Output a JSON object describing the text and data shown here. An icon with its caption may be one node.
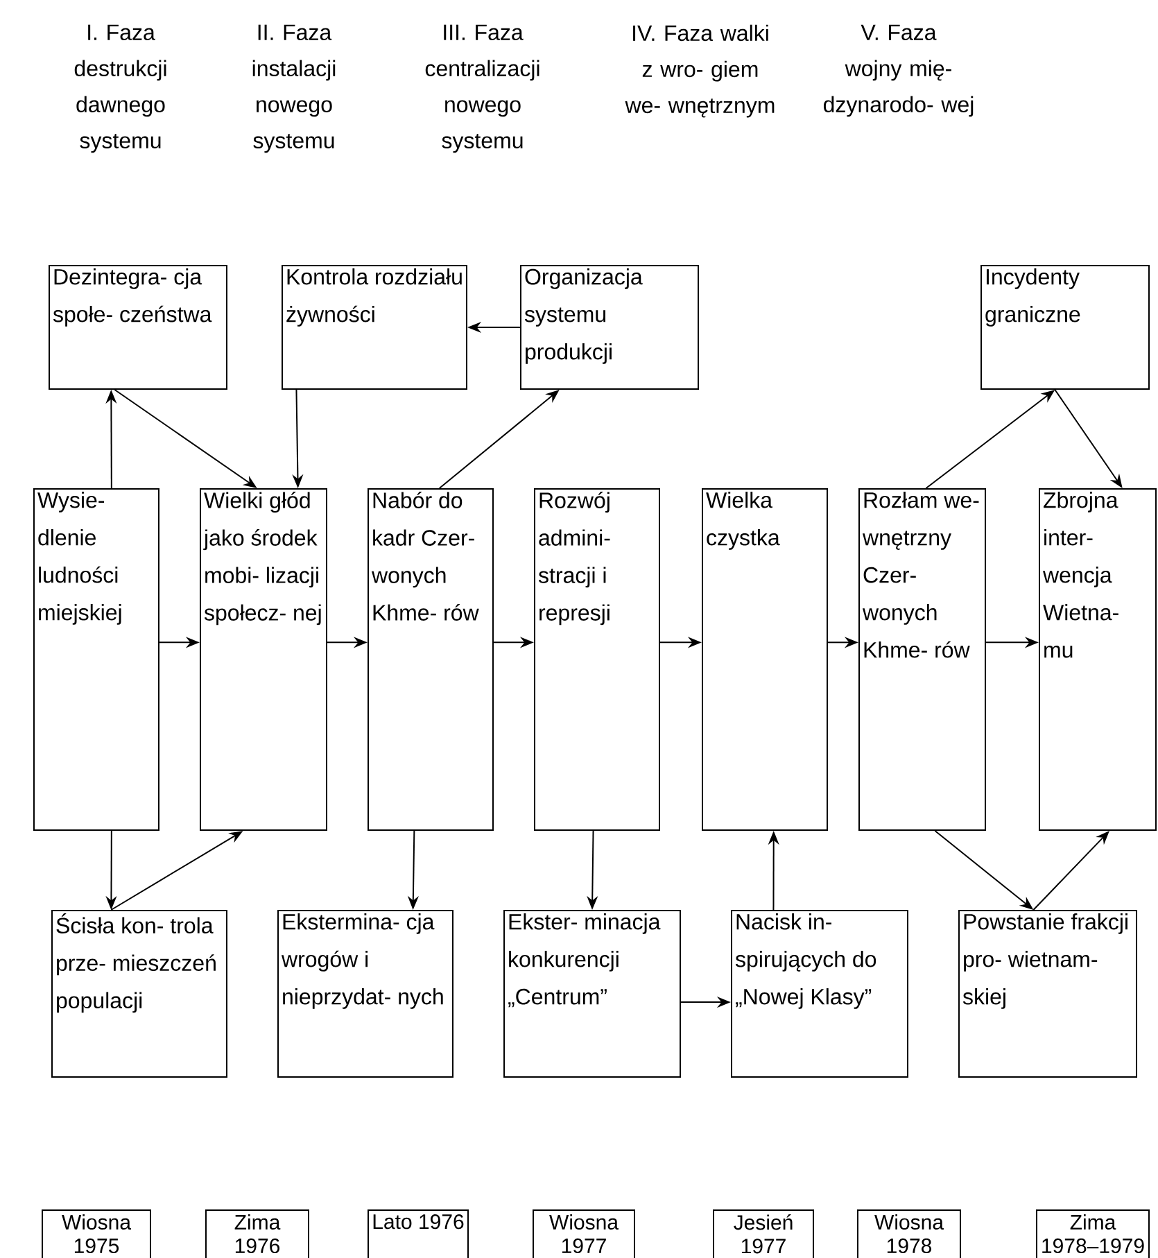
{
  "diagram": {
    "nodes": [
      {
        "text": [
          "Dezintegra- cja społe- czeństwa"
        ]
      },
      {
        "text": [
          "Kontrola rozdziału żywności"
        ]
      },
      {
        "text": [
          "Organizacja systemu produkcji"
        ]
      },
      {
        "text": [
          "Incydenty graniczne"
        ]
      },
      {
        "text": [
          "Wysie- dlenie ludności miejskiej"
        ]
      },
      {
        "text": [
          "Wielki głód jako środek mobi- lizacji społecz- nej"
        ]
      },
      {
        "text": [
          "Nabór do kadr Czer- wonych Khme- rów"
        ]
      },
      {
        "text": [
          "Rozwój admini- stracji i represji"
        ]
      },
      {
        "text": [
          "Wielka czystka"
        ]
      },
      {
        "text": [
          "Rozłam we- wnętrzny Czer- wonych Khme- rów"
        ]
      },
      {
        "text": [
          "Zbrojna inter- wencja Wietna- mu"
        ]
      },
      {
        "text": [
          "Ścisła kon- trola prze- mieszczeń populacji"
        ]
      },
      {
        "text": [
          "Ekstermina- cja wrogów i nieprzydat- nych"
        ]
      },
      {
        "text": [
          "Ekster- minacja konkurencji „Centrum”"
        ]
      },
      {
        "text": [
          "Nacisk in- spirujących do „Nowej Klasy”"
        ]
      },
      {
        "text": [
          "Powstanie frakcji pro- wietnam- skiej"
        ]
      },
      {
        "text": [
          "Wiosna 1975"
        ]
      },
      {
        "text": [
          "Zima 1976"
        ]
      },
      {
        "text": [
          "Lato 1976"
        ]
      },
      {
        "text": [
          "Wiosna 1977"
        ]
      },
      {
        "text": [
          "Jesień 1977"
        ]
      },
      {
        "text": [
          "Wiosna 1978"
        ]
      },
      {
        "text": [
          "Zima 1978–1979"
        ]
      }
    ],
    "edges": [
      {
        "from": 4,
        "to": 0,
        "arrow": "to"
      },
      {
        "from": 0,
        "to": 5,
        "arrow": "to"
      },
      {
        "from": 1,
        "to": 5,
        "arrow": "to"
      },
      {
        "from": 2,
        "to": 1,
        "arrow": "to"
      },
      {
        "from": 6,
        "to": 2,
        "arrow": "to"
      },
      {
        "from": 9,
        "to": 3,
        "arrow": "to"
      },
      {
        "from": 3,
        "to": 10,
        "arrow": "to"
      },
      {
        "from": 4,
        "to": 5,
        "arrow": "to"
      },
      {
        "from": 5,
        "to": 6,
        "arrow": "to"
      },
      {
        "from": 6,
        "to": 7,
        "arrow": "to"
      },
      {
        "from": 7,
        "to": 8,
        "arrow": "to"
      },
      {
        "from": 8,
        "to": 9,
        "arrow": "to"
      },
      {
        "from": 9,
        "to": 10,
        "arrow": "to"
      },
      {
        "from": 4,
        "to": 11,
        "arrow": "to"
      },
      {
        "from": 11,
        "to": 5,
        "arrow": "to"
      },
      {
        "from": 6,
        "to": 12,
        "arrow": "to"
      },
      {
        "from": 7,
        "to": 13,
        "arrow": "to"
      },
      {
        "from": 13,
        "to": 14,
        "arrow": "to"
      },
      {
        "from": 14,
        "to": 8,
        "arrow": "to"
      },
      {
        "from": 9,
        "to": 15,
        "arrow": "to"
      },
      {
        "from": 15,
        "to": 10,
        "arrow": "to"
      }
    ],
    "labels": [
      "I. Faza destrukcji dawnego systemu",
      "II. Faza instalacji nowego systemu",
      "III. Faza centralizacji nowego systemu",
      "IV. Faza walki z wro- giem we- wnętrznym",
      "V. Faza wojny mię- dzynarodo- wej"
    ]
  }
}
